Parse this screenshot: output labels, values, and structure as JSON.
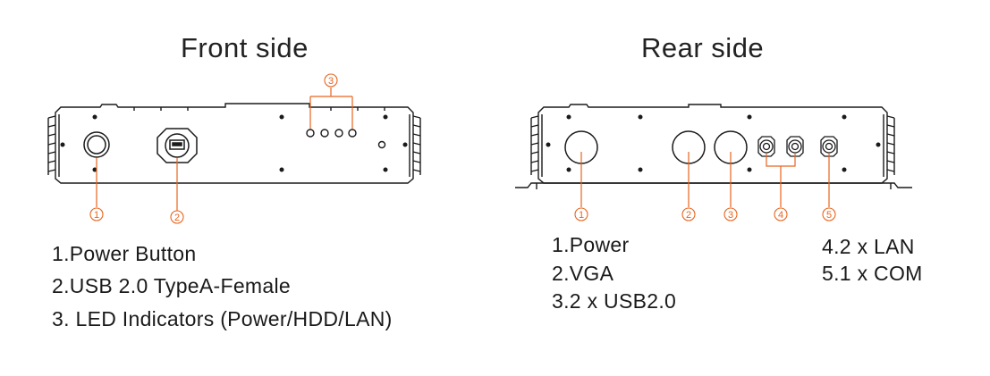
{
  "front": {
    "title": "Front  side",
    "legend": [
      "1.Power Button",
      "2.USB 2.0 TypeA-Female",
      "3. LED Indicators (Power/HDD/LAN)"
    ],
    "callouts": [
      "1",
      "2",
      "3"
    ]
  },
  "rear": {
    "title": "Rear side",
    "legend_left": [
      "1.Power",
      "2.VGA",
      "3.2 x USB2.0"
    ],
    "legend_right": [
      "4.2 x LAN",
      "5.1 x COM"
    ],
    "callouts": [
      "1",
      "2",
      "3",
      "4",
      "5"
    ]
  },
  "colors": {
    "callout": "#e8641e",
    "line": "#1a1a1a"
  }
}
